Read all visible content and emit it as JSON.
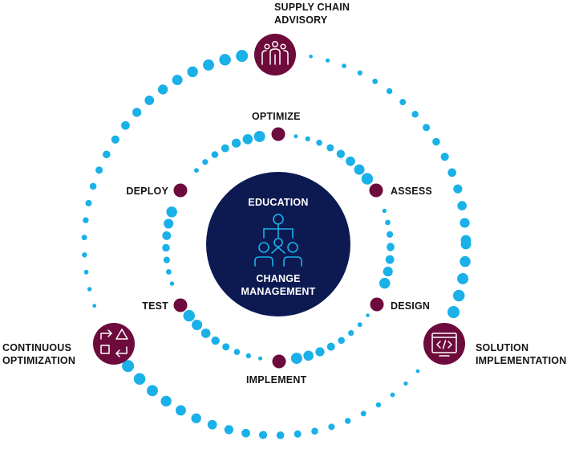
{
  "diagram": {
    "center": {
      "title": "EDUCATION",
      "subtitle_line1": "CHANGE",
      "subtitle_line2": "MANAGEMENT",
      "icon": "org-chart-icon"
    },
    "outer_stages": [
      {
        "id": "supply",
        "line1": "SUPPLY CHAIN",
        "line2": "ADVISORY",
        "icon": "team-people-icon"
      },
      {
        "id": "solution",
        "line1": "SOLUTION",
        "line2": "IMPLEMENTATION",
        "icon": "code-window-icon"
      },
      {
        "id": "continuous",
        "line1": "CONTINUOUS",
        "line2": "OPTIMIZATION",
        "icon": "shapes-cycle-icon"
      }
    ],
    "inner_steps": [
      {
        "id": "optimize",
        "label": "OPTIMIZE"
      },
      {
        "id": "assess",
        "label": "ASSESS"
      },
      {
        "id": "design",
        "label": "DESIGN"
      },
      {
        "id": "implement",
        "label": "IMPLEMENT"
      },
      {
        "id": "test",
        "label": "TEST"
      },
      {
        "id": "deploy",
        "label": "DEPLOY"
      }
    ],
    "colors": {
      "dots": "#1ab0e8",
      "node": "#6d0b3c",
      "center": "#0d1a52",
      "center_icon": "#1ab0e8",
      "text": "#141414"
    }
  }
}
